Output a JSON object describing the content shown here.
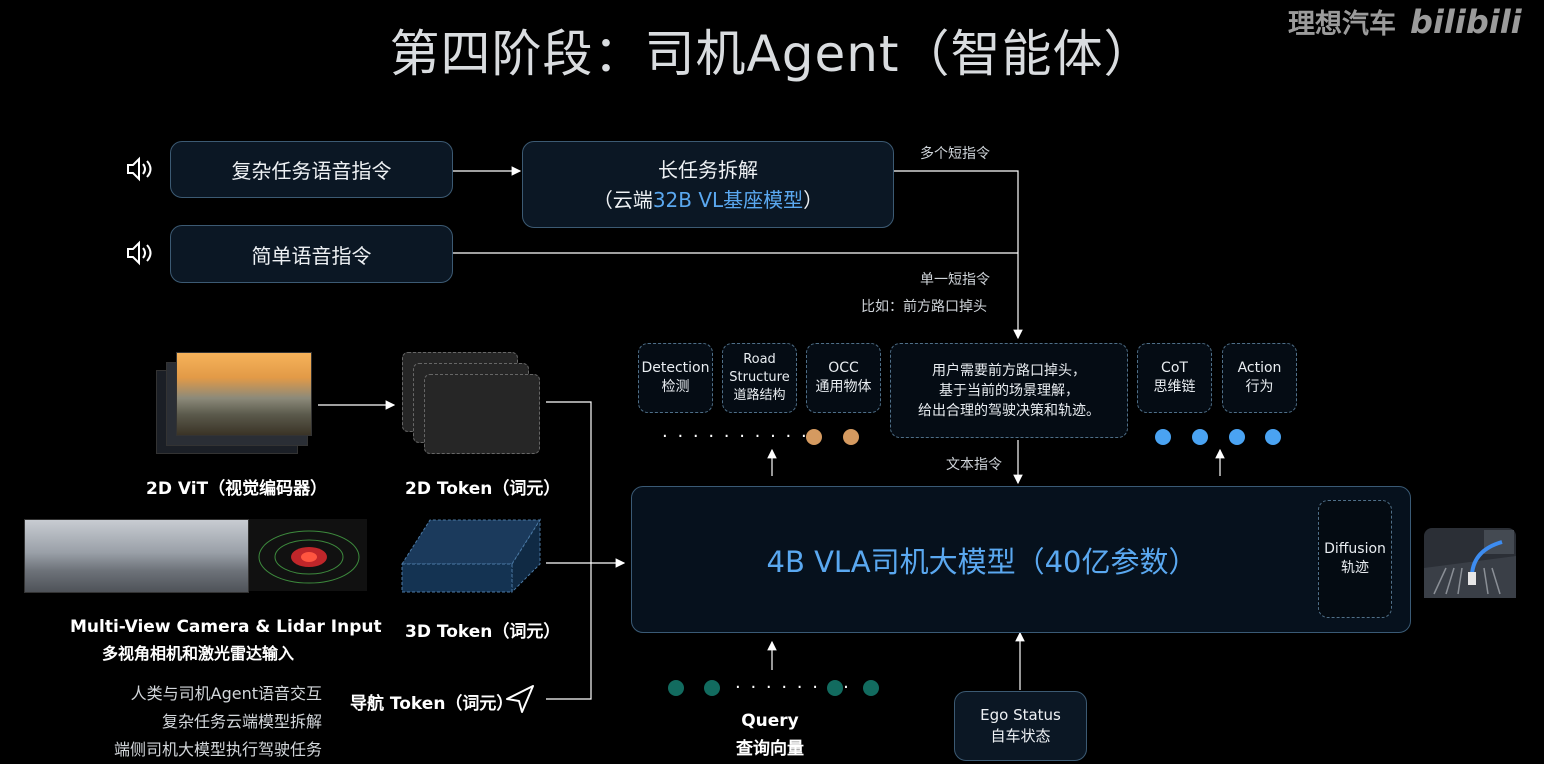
{
  "title": "第四阶段：司机Agent（智能体）",
  "watermark": {
    "brand": "理想汽车",
    "platform": "bilibili"
  },
  "voice": {
    "complex": "复杂任务语音指令",
    "simple": "简单语音指令",
    "icon": "speaker-icon"
  },
  "long_task": {
    "line1": "长任务拆解",
    "line2_prefix": "（云端",
    "line2_model": "32B VL基座模型",
    "line2_suffix": "）"
  },
  "edge_labels": {
    "multi_short": "多个短指令",
    "single_short": "单一短指令",
    "example": "比如：前方路口掉头",
    "text_cmd": "文本指令"
  },
  "heads": {
    "detection": {
      "en": "Detection",
      "zh": "检测"
    },
    "road": {
      "en1": "Road",
      "en2": "Structure",
      "zh": "道路结构"
    },
    "occ": {
      "en": "OCC",
      "zh": "通用物体"
    },
    "cot": {
      "en": "CoT",
      "zh": "思维链"
    },
    "action": {
      "en": "Action",
      "zh": "行为"
    }
  },
  "reasoning": {
    "line1": "用户需要前方路口掉头，",
    "line2": "基于当前的场景理解，",
    "line3": "给出合理的驾驶决策和轨迹。"
  },
  "dots": {
    "dotted": "· · · · · · · · · · ·",
    "dotted_short": "· · · · · · · ·"
  },
  "vla": {
    "title": "4B VLA司机大模型（40亿参数）",
    "diffusion_en": "Diffusion",
    "diffusion_zh": "轨迹"
  },
  "inputs": {
    "vit": "2D ViT（视觉编码器）",
    "token2d": "2D Token（词元）",
    "token3d": "3D Token（词元）",
    "camera_en": "Multi-View Camera & Lidar Input",
    "camera_zh": "多视角相机和激光雷达输入",
    "nav": "导航 Token（词元）",
    "nav_icon": "navigation-arrow-icon"
  },
  "query": {
    "en": "Query",
    "zh": "查询向量"
  },
  "ego": {
    "en": "Ego Status",
    "zh": "自车状态"
  },
  "summary": [
    "人类与司机Agent语音交互",
    "复杂任务云端模型拆解",
    "端侧司机大模型执行驾驶任务"
  ],
  "colors": {
    "accent_blue": "#5aa8f0",
    "box_border": "#3c5a73",
    "box_fill": "#0b1724",
    "dot_orange": "#d59a60",
    "dot_teal": "#126b5f"
  }
}
